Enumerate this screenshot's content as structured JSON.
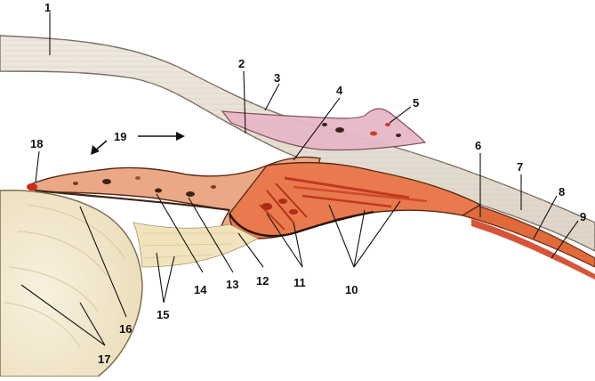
{
  "labels": {
    "l1": "1",
    "l2": "2",
    "l3": "3",
    "l4": "4",
    "l5": "5",
    "l6": "6",
    "l7": "7",
    "l8": "8",
    "l9": "9",
    "l10": "10",
    "l11": "11",
    "l12": "12",
    "l13": "13",
    "l14": "14",
    "l15": "15",
    "l16": "16",
    "l17": "17",
    "l18": "18",
    "l19": "19"
  },
  "colors": {
    "cornea_sclera": "#e9e2d8",
    "cornea_stroke": "#7a6e62",
    "iris": "#e9a57e",
    "iris_dark": "#c9683f",
    "ciliary_muscle": "#e05a3a",
    "lens": "#f3ead2",
    "lens_stroke": "#7d7050",
    "pigment": "#3a2418",
    "vessel": "#cc3a2a",
    "zonule": "#efe2b8"
  }
}
